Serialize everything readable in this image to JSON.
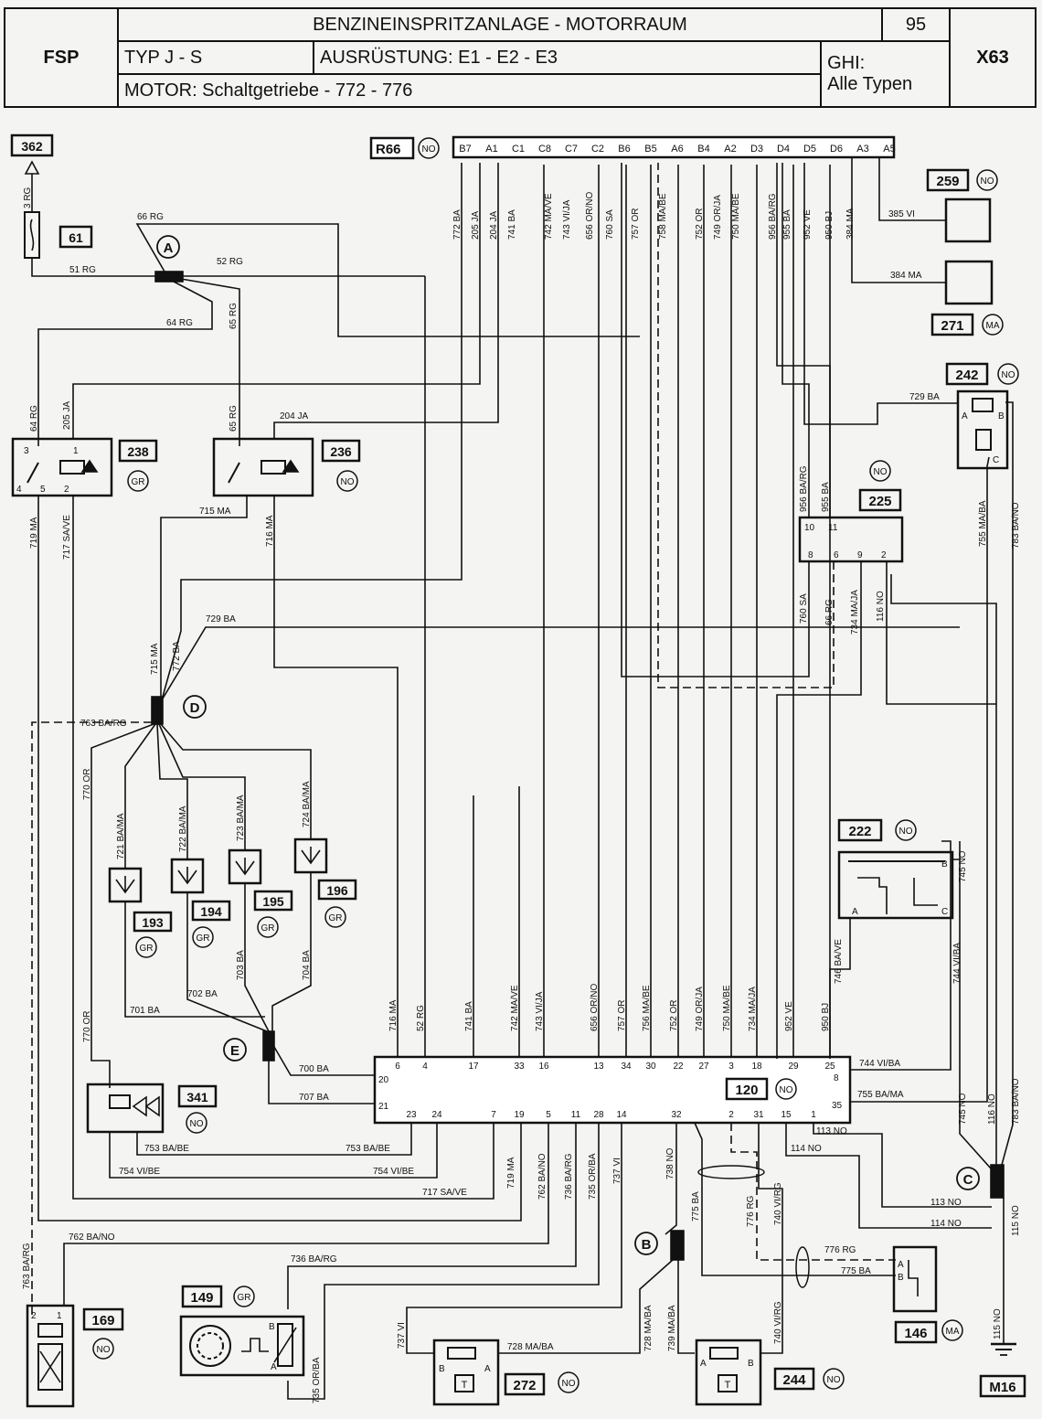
{
  "header": {
    "logo": "FSP",
    "title": "BENZINEINSPRITZANLAGE - MOTORRAUM",
    "page_number": "95",
    "code": "X63",
    "typ": "TYP J - S",
    "ausruestung": "AUSRÜSTUNG: E1 - E2 - E3",
    "ghi_label": "GHI:",
    "ghi_value": "Alle Typen",
    "motor": "MOTOR: Schaltgetriebe - 772 - 776"
  },
  "connector_r66": {
    "label": "R66",
    "color": "NO",
    "pins": [
      "B7",
      "A1",
      "C1",
      "C8",
      "C7",
      "C2",
      "B6",
      "B5",
      "A6",
      "B4",
      "A2",
      "D3",
      "D4",
      "D5",
      "D6",
      "A3",
      "A5"
    ],
    "wires": [
      "772 BA",
      "205 JA",
      "204 JA",
      "741 BA",
      "742 MA/VE",
      "743 VI/JA",
      "656 OR/NO",
      "760 SA",
      "757 OR",
      "758 MA/BE",
      "752 OR",
      "749 OR/JA",
      "750 MA/BE",
      "956 BA/RG",
      "955 BA",
      "952 VE",
      "950 BJ",
      "384 MA"
    ]
  },
  "components": {
    "c362": "362",
    "c61": "61",
    "c238": "238",
    "c236": "236",
    "c225": "225",
    "c259": "259",
    "c271": "271",
    "c242": "242",
    "c222": "222",
    "c193": "193",
    "c194": "194",
    "c195": "195",
    "c196": "196",
    "c341": "341",
    "c120": "120",
    "c169": "169",
    "c149": "149",
    "c272": "272",
    "c244": "244",
    "c146": "146",
    "m16": "M16"
  },
  "colors": {
    "GR": "GR",
    "NO": "NO",
    "MA": "MA"
  },
  "splices": {
    "A": "A",
    "B": "B",
    "C": "C",
    "D": "D",
    "E": "E"
  },
  "wire_labels": {
    "w3rg": "3 RG",
    "w51rg": "51 RG",
    "w66rg": "66 RG",
    "w52rg": "52 RG",
    "w64rg": "64 RG",
    "w65rg": "65 RG",
    "w64rg_v": "64 RG",
    "w205ja": "205 JA",
    "w65rg_v": "65 RG",
    "w204ja": "204 JA",
    "w719ma": "719 MA",
    "w717save": "717 SA/VE",
    "w715ma": "715 MA",
    "w716ma": "716 MA",
    "w715ma_v": "715 MA",
    "w772ba": "772 BA",
    "w729ba": "729 BA",
    "w763bar": "763 BA/RG",
    "w770or": "770 OR",
    "w721": "721 BA/MA",
    "w722": "722 BA/MA",
    "w723": "723 BA/MA",
    "w724": "724 BA/MA",
    "w701": "701 BA",
    "w702": "702 BA",
    "w703": "703 BA",
    "w704": "704 BA",
    "w700": "700 BA",
    "w707": "707 BA",
    "w770or_b": "770 OR",
    "w753": "753 BA/BE",
    "w753b": "753 BA/BE",
    "w754": "754 VI/BE",
    "w754b": "754 VI/BE",
    "w717b": "717 SA/VE",
    "w385": "385 VI",
    "w384": "384 MA",
    "w729ba_r": "729 BA",
    "w956": "956 BA/RG",
    "w955": "955 BA",
    "w760": "760 SA",
    "w66": "66 RG",
    "w734": "734 MA/JA",
    "w116": "116 NO",
    "w755": "755 MA/BA",
    "w783": "783 BA/NO",
    "w746": "746 BA/VE",
    "w744": "744 VI/BA",
    "w745": "745 NO",
    "w744b": "744 VI/BA",
    "w755b": "755 BA/MA",
    "w745b": "745 NO",
    "w116b": "116 NO",
    "w783b": "783 BA/NO",
    "w113": "113 NO",
    "w114": "114 NO",
    "w113b": "113 NO",
    "w114b": "114 NO",
    "w115": "115 NO",
    "w115b": "115 NO",
    "w719b": "719 MA",
    "w762": "762 BA/NO",
    "w736": "736 BA/RG",
    "w735": "735 OR/BA",
    "w737": "737 VI",
    "w738": "738 NO",
    "w775": "775 BA",
    "w776": "776 RG",
    "w740": "740 VI/RG",
    "w762b": "762 BA/NO",
    "w763b": "763 BA/RG",
    "w736b": "736 BA/RG",
    "w735b": "735 OR/BA",
    "w737b": "737 VI",
    "w728": "728 MA/BA",
    "w728b": "728 MA/BA",
    "w739": "739 MA/BA",
    "w740b": "740 VI/RG",
    "w776b": "776 RG",
    "w775b": "775 BA"
  },
  "ecu_120": {
    "top_pins": [
      "6",
      "4",
      "17",
      "33",
      "16",
      "13",
      "34",
      "30",
      "22",
      "27",
      "3",
      "18",
      "29",
      "25"
    ],
    "top_wires": [
      "716 MA",
      "52 RG",
      "741 BA",
      "742 MA/VE",
      "743 VI/JA",
      "656 OR/NO",
      "757 OR",
      "756 MA/BE",
      "752 OR",
      "749 OR/JA",
      "750 MA/BE",
      "734 MA/JA",
      "952 VE",
      "950 BJ"
    ],
    "bottom_pins": [
      "23",
      "24",
      "7",
      "19",
      "5",
      "11",
      "28",
      "14",
      "32",
      "2",
      "31",
      "15",
      "1"
    ],
    "left_pins": [
      "20",
      "21"
    ],
    "right_pins": [
      "8",
      "35"
    ]
  },
  "relay_pins": {
    "p3": "3",
    "p1": "1",
    "p4": "4",
    "p5": "5",
    "p2": "2",
    "p10": "10",
    "p11": "11",
    "p8": "8",
    "p6": "6",
    "p9": "9",
    "p2b": "2",
    "pA": "A",
    "pB": "B",
    "pC": "C",
    "pT": "T"
  }
}
